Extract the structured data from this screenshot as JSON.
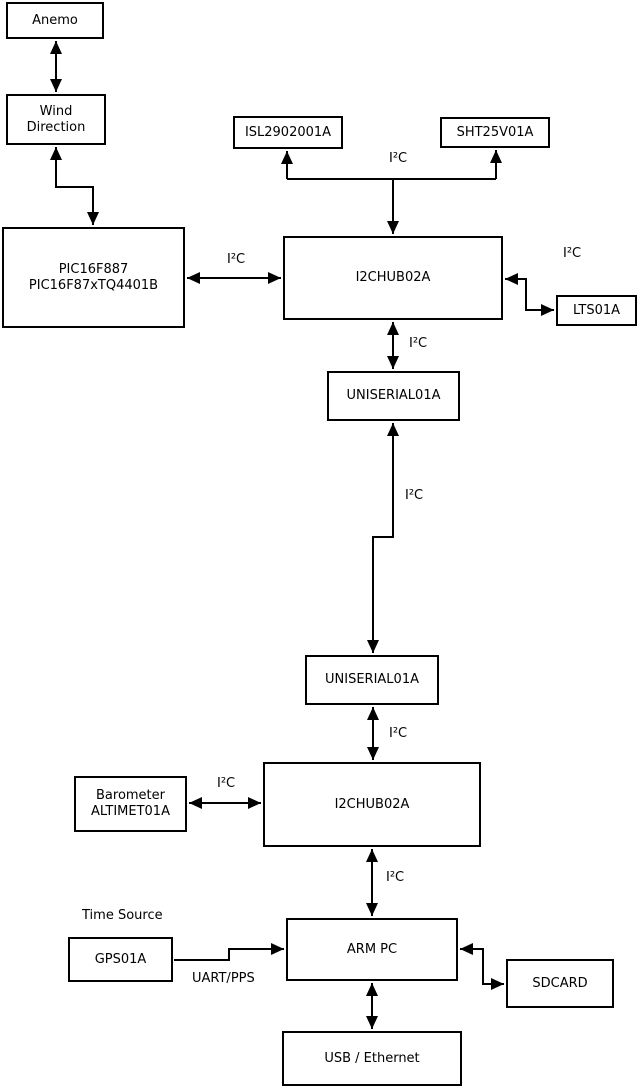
{
  "diagram": {
    "nodes": {
      "anemo": {
        "label": "Anemo"
      },
      "wind": {
        "label": "Wind\nDirection"
      },
      "pic": {
        "label": "PIC16F887\nPIC16F87xTQ4401B"
      },
      "isl": {
        "label": "ISL2902001A"
      },
      "sht": {
        "label": "SHT25V01A"
      },
      "hub1": {
        "label": "I2CHUB02A"
      },
      "lts": {
        "label": "LTS01A"
      },
      "uniserial1": {
        "label": "UNISERIAL01A"
      },
      "uniserial2": {
        "label": "UNISERIAL01A"
      },
      "hub2": {
        "label": "I2CHUB02A"
      },
      "barometer": {
        "label": "Barometer\nALTIMET01A"
      },
      "gps": {
        "label": "GPS01A"
      },
      "armpc": {
        "label": "ARM PC"
      },
      "sdcard": {
        "label": "SDCARD"
      },
      "usb": {
        "label": "USB / Ethernet"
      }
    },
    "labels": {
      "i2c_sensors": "I²C",
      "i2c_pic": "I²C",
      "i2c_lts": "I²C",
      "i2c_hub1_uniserial": "I²C",
      "i2c_backbone": "I²C",
      "i2c_uniserial_hub2": "I²C",
      "i2c_barometer": "I²C",
      "i2c_hub2_armpc": "I²C",
      "time_source": "Time Source",
      "uart_pps": "UART/PPS"
    },
    "colors": {
      "line": "#000000",
      "box_border": "#000000",
      "box_fill": "#ffffff",
      "background": "#ffffff",
      "text": "#000000"
    }
  }
}
